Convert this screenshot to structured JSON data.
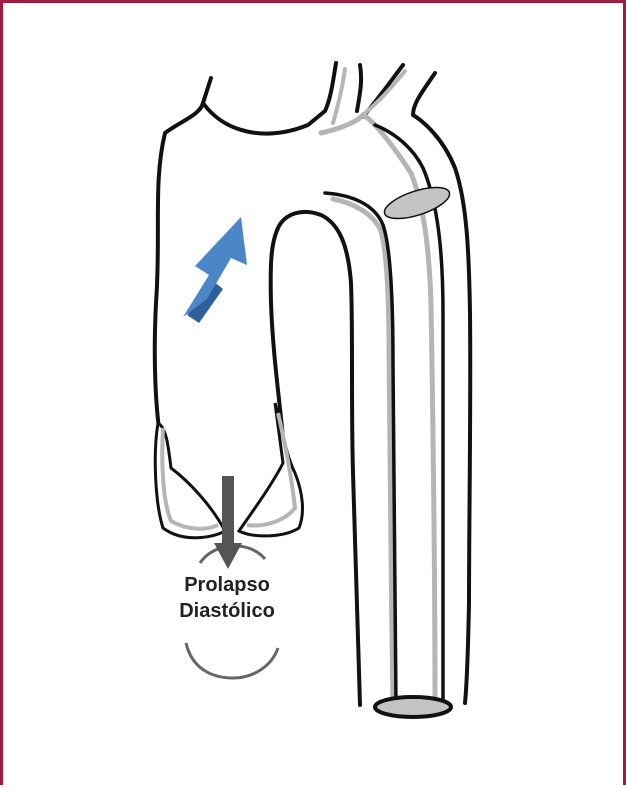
{
  "diagram": {
    "label_line1": "Prolapso",
    "label_line2": "Diastólico"
  },
  "colors": {
    "frame": "#9e1c3e",
    "outline": "#111111",
    "wall_gray": "#b5b5b5",
    "valve_fill": "#c4c4c4",
    "flow_arrow": "#4a86c8",
    "flow_arrow_dark": "#2c5f9b",
    "prolapse_arrow": "#555555",
    "prolapse_arc": "#666666"
  },
  "icons": {
    "flow": "blue-flow-arrow",
    "prolapse": "down-arrow"
  }
}
